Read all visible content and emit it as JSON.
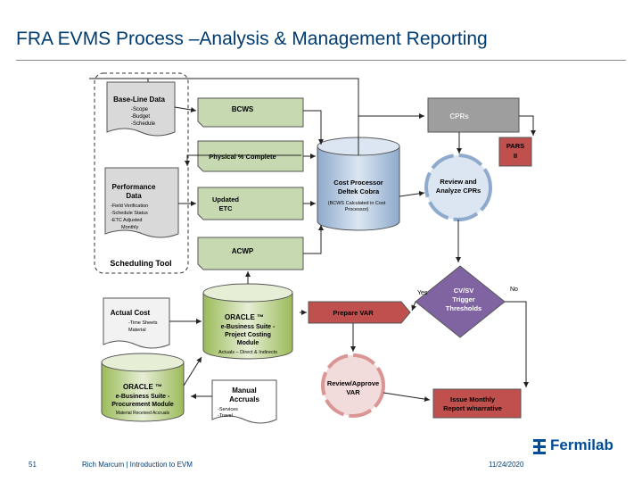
{
  "title": "FRA EVMS Process –Analysis & Management Reporting",
  "diagram": {
    "baseline": {
      "title": "Base-Line Data",
      "items": [
        "-Scope",
        "-Budget",
        "-Schedule"
      ]
    },
    "performance": {
      "title1": "Performance",
      "title2": "Data",
      "items": [
        "-Field Verification",
        "-Schedule Status",
        "-ETC Adjusted",
        "Monthly"
      ]
    },
    "scheduling_tool": "Scheduling Tool",
    "bcws": "BCWS",
    "physical": "Physical % Complete",
    "updated_etc": [
      "Updated",
      "ETC"
    ],
    "acwp": "ACWP",
    "cost_processor": [
      "Cost Processor",
      "Deltek Cobra",
      "(BCWS Calculated in Cost",
      "Processor)"
    ],
    "cprs": "CPRs",
    "pars": [
      "PARS",
      "II"
    ],
    "review_analyze": [
      "Review and",
      "Analyze CPRs"
    ],
    "cvsv": [
      "CV/SV",
      "Trigger",
      "Thresholds"
    ],
    "yes": "Yes",
    "no": "No",
    "prepare_var": "Prepare VAR",
    "review_approve": [
      "Review/Approve",
      "VAR"
    ],
    "issue_monthly": [
      "Issue Monthly",
      "Report w/narrative"
    ],
    "actual_cost": {
      "title": "Actual Cost",
      "items": [
        "-Time Sheets",
        "Material"
      ]
    },
    "oracle_pc": [
      "ORACLE ™",
      "e-Business Suite -",
      "Project Costing",
      "Module",
      "Actuals – Direct & Indirects"
    ],
    "oracle_proc": [
      "ORACLE ™",
      "e-Business Suite -",
      "Procurement Module",
      "Material Received Accruals"
    ],
    "manual_accruals": {
      "title": [
        "Manual",
        "Accruals"
      ],
      "items": [
        "-Services",
        "-Travel"
      ]
    }
  },
  "footer": {
    "page": "51",
    "presenter": "Rich Marcum | Introduction to EVM",
    "date": "11/24/2020",
    "logo": "Fermilab"
  },
  "colors": {
    "title": "#003b6f",
    "green_box": "#c6d9b0",
    "gray_box": "#9e9e9e",
    "red_box": "#c0504d",
    "purple_box": "#8064a2",
    "cylinder_blue": "#b8cce4",
    "cylinder_green": "#c6d9b0"
  }
}
